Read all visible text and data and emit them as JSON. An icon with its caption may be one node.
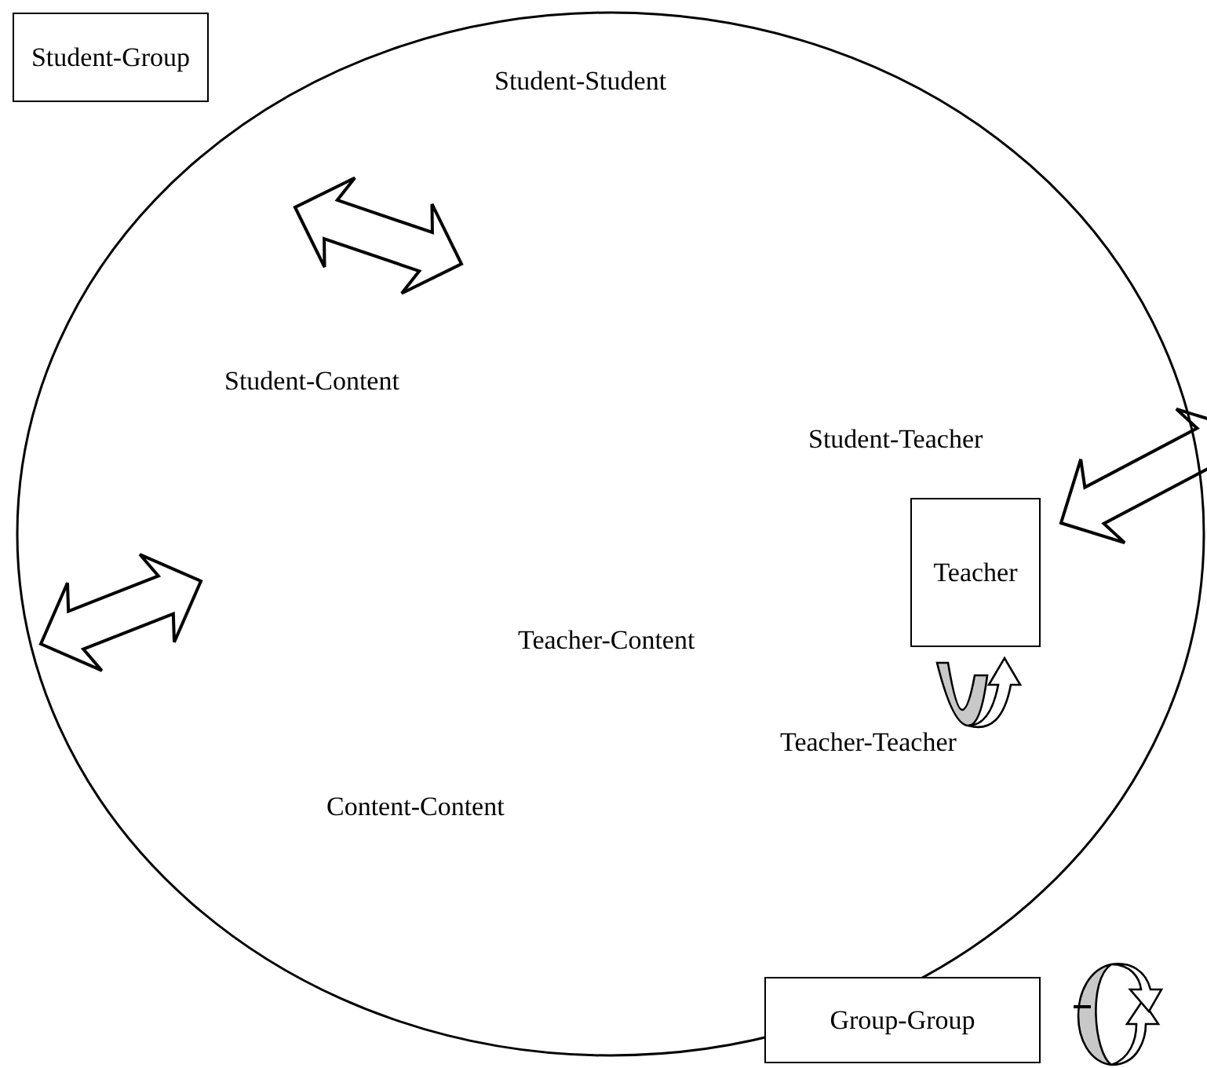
{
  "diagram": {
    "nodes": [
      {
        "text": [],
        "shape": "ellipse"
      },
      {
        "text": [
          "Student-Group"
        ]
      },
      {
        "text": [
          "Teacher"
        ],
        "in": 0
      },
      {
        "text": [
          "Group-Group"
        ]
      }
    ],
    "edges": [],
    "labels": [
      "Student-Student",
      "Student-Content",
      "Student-Teacher",
      "Teacher-Content",
      "Teacher-Teacher",
      "Content-Content"
    ]
  }
}
